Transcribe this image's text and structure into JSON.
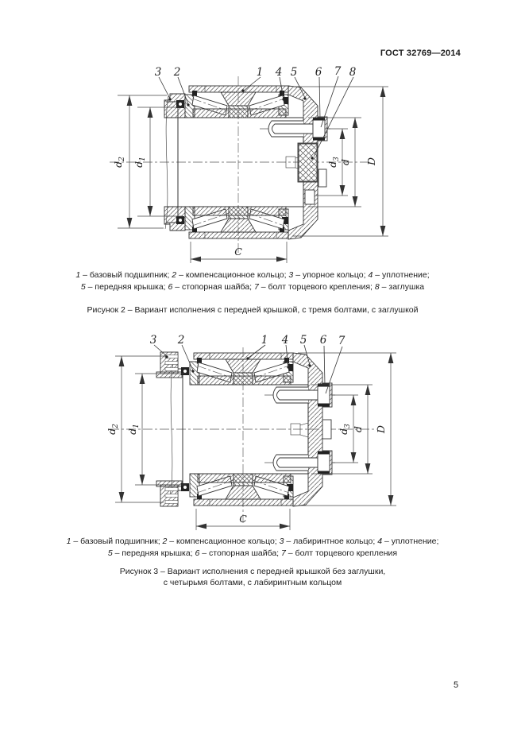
{
  "page": {
    "header": "ГОСТ 32769—2014",
    "number": "5"
  },
  "dims": {
    "d2": {
      "b": "d",
      "s": "2"
    },
    "d1": {
      "b": "d",
      "s": "1"
    },
    "d3": {
      "b": "d",
      "s": "3"
    },
    "d": {
      "b": "d",
      "s": ""
    },
    "D": {
      "b": "D",
      "s": ""
    },
    "C": {
      "b": "C",
      "s": ""
    }
  },
  "fig2": {
    "callouts": [
      "3",
      "2",
      "1",
      "4",
      "5",
      "6",
      "7",
      "8"
    ],
    "legend1": [
      {
        "n": "1",
        "t": "– базовый подшипник;"
      },
      {
        "n": "2",
        "t": "– компенсационное кольцо;"
      },
      {
        "n": "3",
        "t": "– упорное кольцо;"
      },
      {
        "n": "4",
        "t": "– уплотнение;"
      }
    ],
    "legend2": [
      {
        "n": "5",
        "t": "– передняя крышка;"
      },
      {
        "n": "6",
        "t": "– стопорная шайба;"
      },
      {
        "n": "7",
        "t": "– болт торцевого крепления;"
      },
      {
        "n": "8",
        "t": "– заглушка"
      }
    ],
    "caption": "Рисунок 2 – Вариант исполнения с передней крышкой, с тремя болтами, с заглушкой"
  },
  "fig3": {
    "callouts": [
      "3",
      "2",
      "1",
      "4",
      "5",
      "6",
      "7"
    ],
    "legend1": [
      {
        "n": "1",
        "t": "– базовый подшипник;"
      },
      {
        "n": "2",
        "t": "– компенсационное кольцо;"
      },
      {
        "n": "3",
        "t": "– лабиринтное кольцо;"
      },
      {
        "n": "4",
        "t": "– уплотнение;"
      }
    ],
    "legend2": [
      {
        "n": "5",
        "t": "– передняя крышка;"
      },
      {
        "n": "6",
        "t": "– стопорная шайба;"
      },
      {
        "n": "7",
        "t": "– болт торцевого крепления"
      }
    ],
    "caption1": "Рисунок 3 – Вариант исполнения с передней крышкой без заглушки,",
    "caption2": "с четырьмя болтами, с лабиринтным кольцом"
  }
}
